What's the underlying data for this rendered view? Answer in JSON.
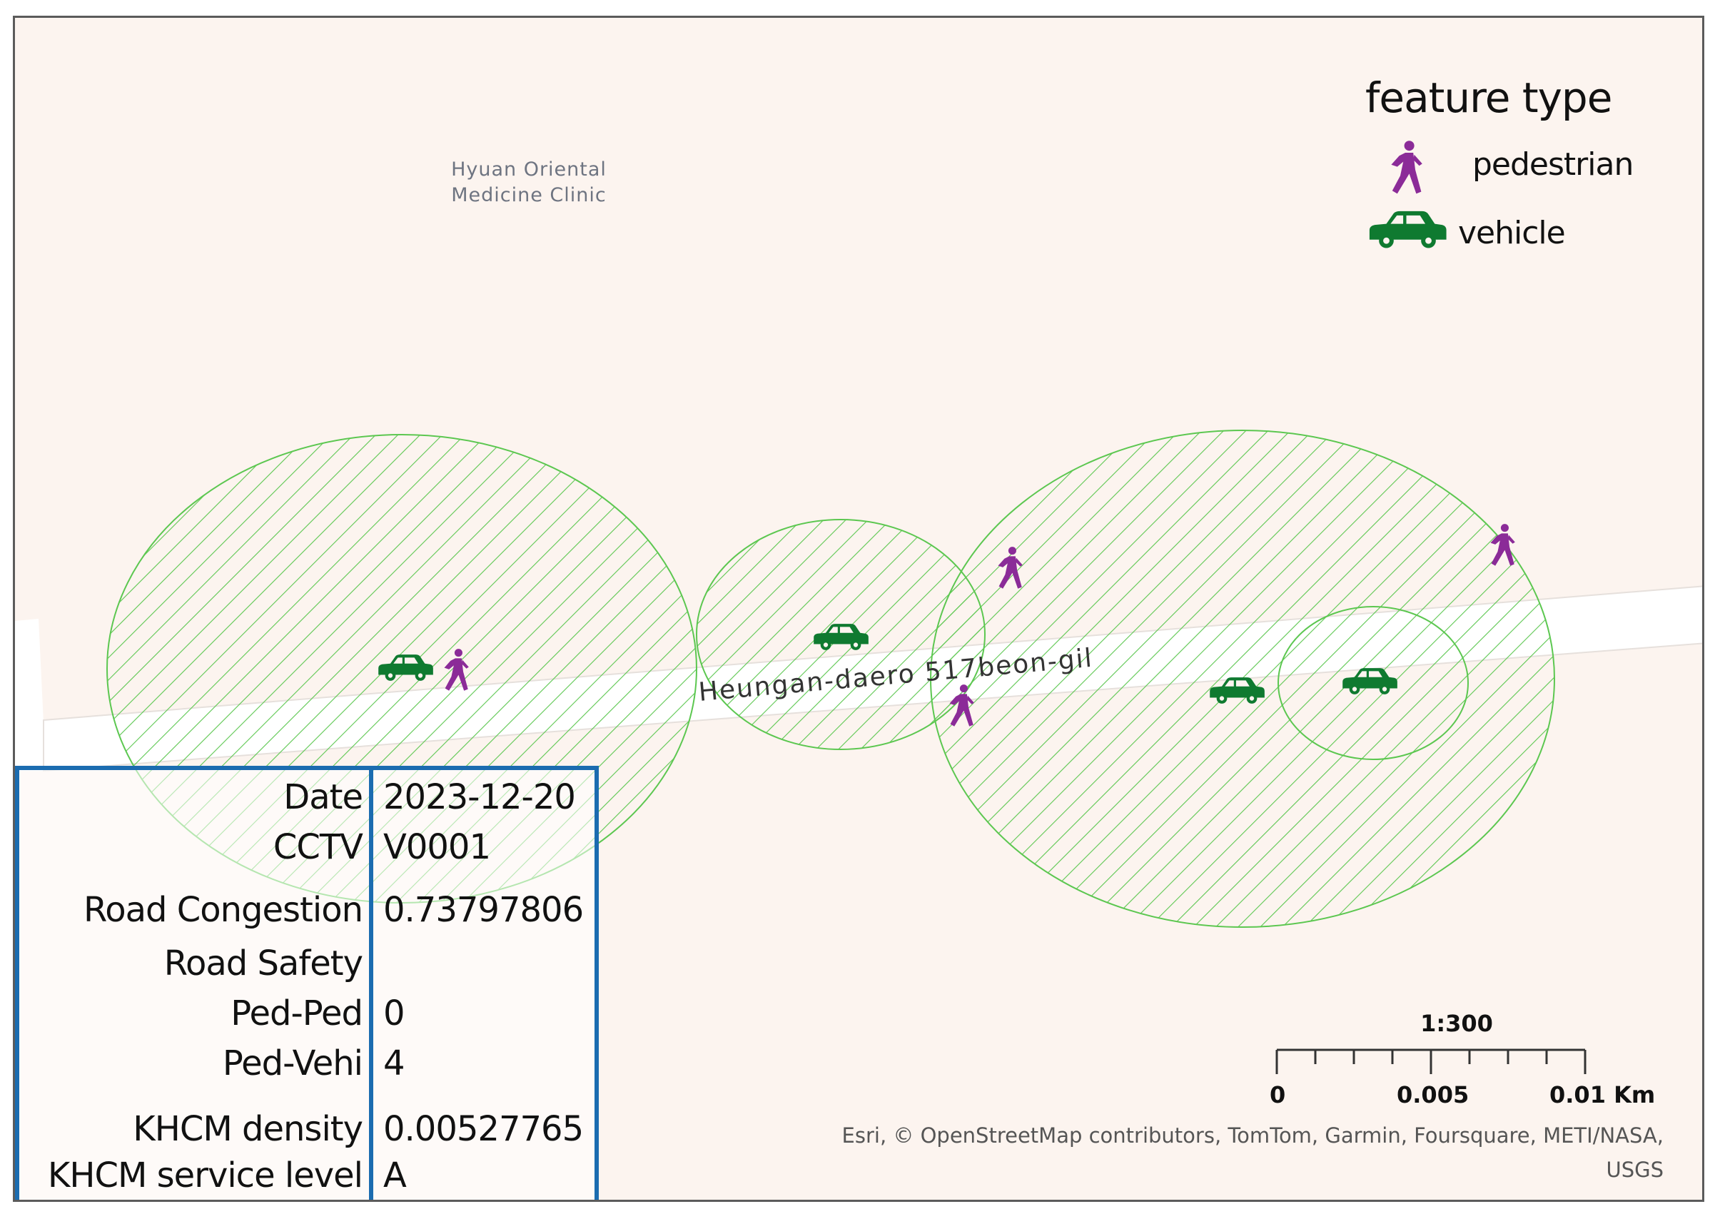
{
  "poi": {
    "line1": "Hyuan Oriental",
    "line2": "Medicine Clinic"
  },
  "road": {
    "name": "Heungan-daero 517beon-gil"
  },
  "legend": {
    "title": "feature type",
    "items": [
      {
        "label": "pedestrian",
        "icon": "pedestrian-icon",
        "color": "#8b2b98"
      },
      {
        "label": "vehicle",
        "icon": "car-icon",
        "color": "#0f7a30"
      }
    ]
  },
  "scale": {
    "ratio": "1:300",
    "ticks": [
      "0",
      "0.005",
      "0.01 Km"
    ]
  },
  "attribution": {
    "line1": "Esri, © OpenStreetMap contributors, TomTom, Garmin, Foursquare, METI/NASA,",
    "line2": "USGS"
  },
  "info": {
    "rows": [
      {
        "key": "Date",
        "value": "2023-12-20"
      },
      {
        "key": "CCTV",
        "value": "V0001"
      },
      {
        "key": "Road Congestion",
        "value": "0.73797806"
      },
      {
        "key": "Road Safety",
        "value": ""
      },
      {
        "key": "Ped-Ped",
        "value": "0"
      },
      {
        "key": "Ped-Vehi",
        "value": "4"
      },
      {
        "key": "KHCM density",
        "value": "0.00527765"
      },
      {
        "key": "KHCM service level",
        "value": "A"
      }
    ]
  },
  "colors": {
    "buffer": "#5cc750",
    "pedestrian": "#8b2b98",
    "vehicle": "#0f7a30",
    "table_border": "#1b6cb0",
    "background": "#fcf4ef"
  }
}
